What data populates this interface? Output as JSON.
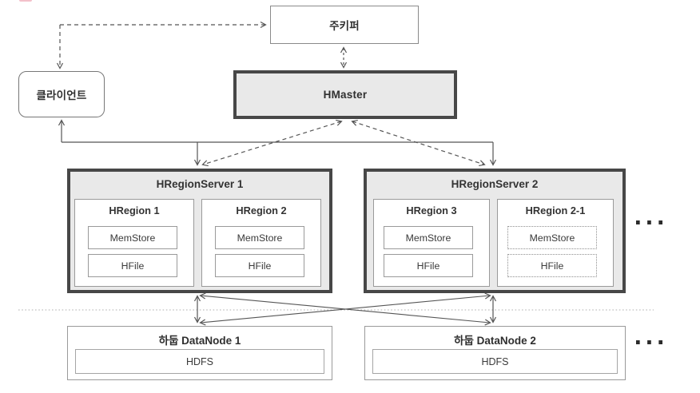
{
  "zookeeper": {
    "label": "주키퍼"
  },
  "client": {
    "label": "클라이언트"
  },
  "hmaster": {
    "label": "HMaster"
  },
  "region_servers": [
    {
      "title": "HRegionServer 1",
      "regions": [
        {
          "title": "HRegion 1",
          "memstore": "MemStore",
          "hfile": "HFile"
        },
        {
          "title": "HRegion 2",
          "memstore": "MemStore",
          "hfile": "HFile"
        }
      ]
    },
    {
      "title": "HRegionServer 2",
      "regions": [
        {
          "title": "HRegion 3",
          "memstore": "MemStore",
          "hfile": "HFile"
        },
        {
          "title": "HRegion 2-1",
          "memstore": "MemStore",
          "hfile": "HFile"
        }
      ]
    }
  ],
  "datanodes": [
    {
      "title": "하둡 DataNode 1",
      "storage": "HDFS"
    },
    {
      "title": "하둡 DataNode 2",
      "storage": "HDFS"
    }
  ],
  "ellipsis_regionservers": "...",
  "ellipsis_datanodes": "...",
  "colors": {
    "thick_border": "#474747",
    "gray_fill": "#e9e9e9",
    "thin_border": "#9a9a9a",
    "line": "#555555",
    "divider": "#b0b0b0"
  }
}
